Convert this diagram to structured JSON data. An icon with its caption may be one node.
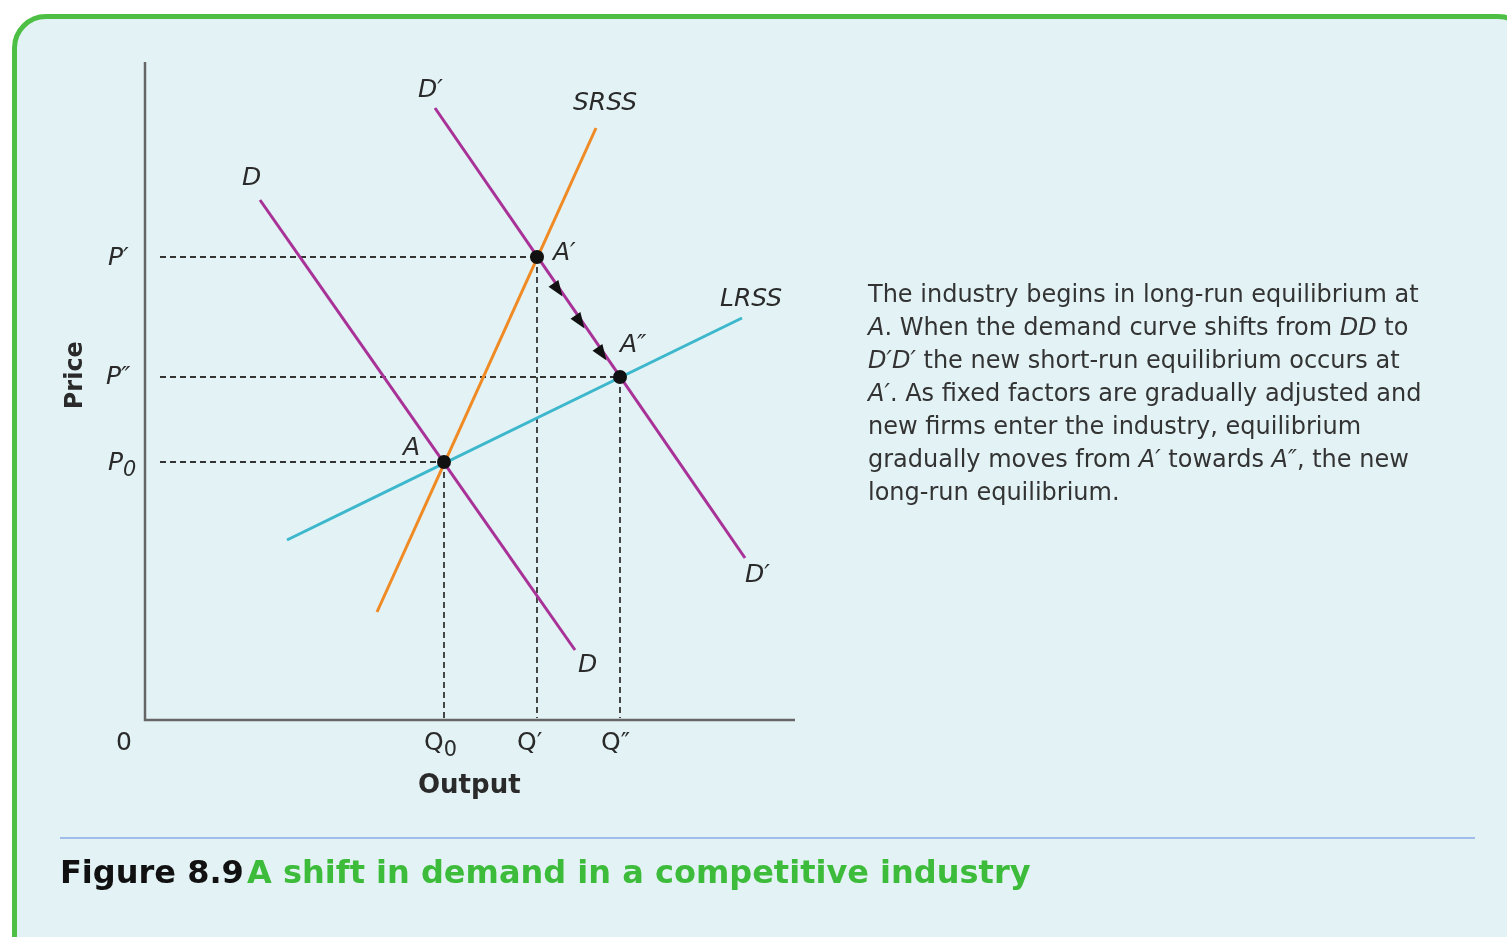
{
  "diagram": {
    "title": "A shift in demand in a competitive industry",
    "labels": [
      "D′",
      "SRSS",
      "D",
      "P′",
      "A′",
      "LRSS",
      "A″",
      "P″",
      "Price",
      "A",
      "P$_{0}$",
      "D′",
      "D",
      "0",
      "Q$_{0}$",
      "Q′",
      "Q″",
      "Output",
      "The industry begins in long-run equilibrium at *A*. When the demand curve shifts from *DD* to *D′D′* the new short-run equilibrium occurs at *A′*. As fixed factors are gradually adjusted and new firms enter the industry, equilibrium gradually moves from *A′* towards *A″*, the new long-run equilibrium.",
      "Figure 8.9"
    ]
  }
}
